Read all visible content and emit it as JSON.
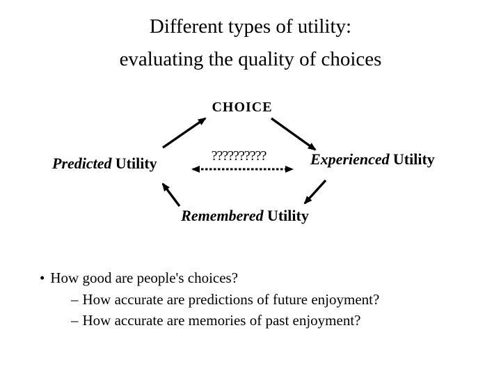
{
  "title": {
    "line1": "Different types of utility:",
    "line2": "evaluating the quality of choices"
  },
  "diagram": {
    "choice_label": "CHOICE",
    "question_label": "??????????",
    "predicted": {
      "italic": "Predicted",
      "rest": "Utility"
    },
    "experienced": {
      "italic": "Experienced",
      "rest": "Utility"
    },
    "remembered": {
      "italic": "Remembered",
      "rest": "Utility"
    }
  },
  "bullets": {
    "marker": "•",
    "dash": "–",
    "main": "How good are people's choices?",
    "sub1": "How accurate are predictions of future enjoyment?",
    "sub2": "How accurate are memories of past enjoyment?"
  },
  "colors": {
    "background": "#ffffff",
    "text": "#000000",
    "arrows": "#000000"
  }
}
